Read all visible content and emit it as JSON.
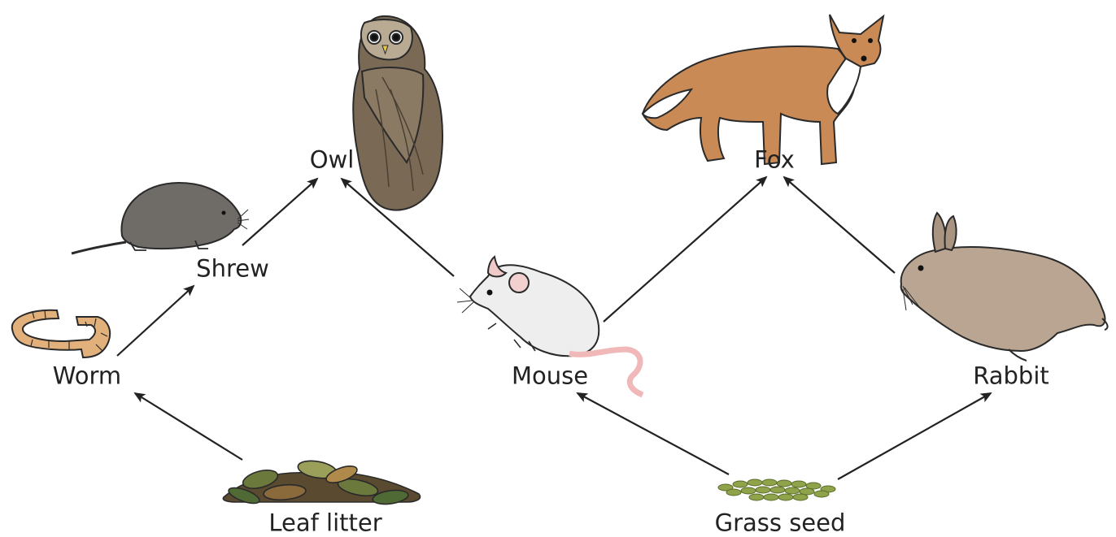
{
  "nodes": {
    "owl": "Owl",
    "fox": "Fox",
    "shrew": "Shrew",
    "worm": "Worm",
    "mouse": "Mouse",
    "rabbit": "Rabbit",
    "leaf_litter": "Leaf litter",
    "grass_seed": "Grass seed"
  },
  "arrows": [
    {
      "from": "leaf_litter",
      "to": "worm"
    },
    {
      "from": "worm",
      "to": "shrew"
    },
    {
      "from": "shrew",
      "to": "owl"
    },
    {
      "from": "mouse",
      "to": "owl"
    },
    {
      "from": "mouse",
      "to": "fox"
    },
    {
      "from": "rabbit",
      "to": "fox"
    },
    {
      "from": "grass_seed",
      "to": "mouse"
    },
    {
      "from": "grass_seed",
      "to": "rabbit"
    }
  ],
  "colors": {
    "text": "#222222",
    "arrow": "#222222",
    "owl": "#7a6a55",
    "fox": "#c98a55",
    "shrew": "#6f6c68",
    "worm": "#e2b07a",
    "mouse": "#eeeeee",
    "rabbit": "#b9a592",
    "leaf_litter": "#6b7a3c",
    "grass_seed": "#8fa44a"
  }
}
